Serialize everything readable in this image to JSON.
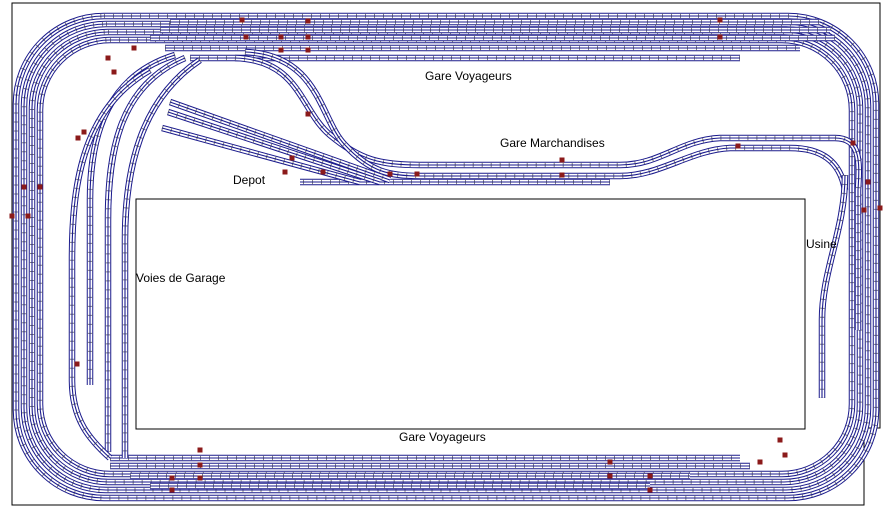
{
  "labels": {
    "gare_voyageurs_top": "Gare Voyageurs",
    "gare_marchandises": "Gare Marchandises",
    "depot": "Depot",
    "usine": "Usine",
    "voies_de_garage": "Voies de Garage",
    "gare_voyageurs_bottom": "Gare Voyageurs"
  },
  "colors": {
    "rail": "#1a1a8c",
    "tie": "#808080",
    "marker": "#8b1a1a",
    "outline": "#000000",
    "background": "#ffffff"
  }
}
